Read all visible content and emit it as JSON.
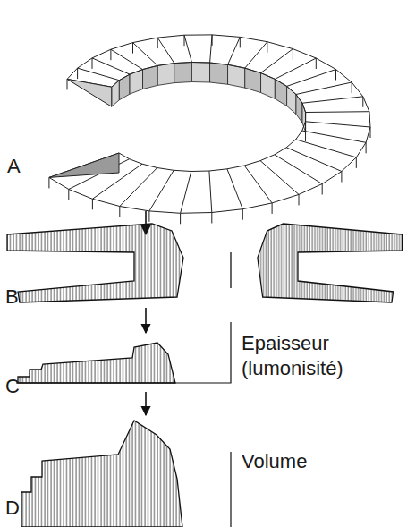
{
  "diagram": {
    "labels": [
      "A",
      "B",
      "C",
      "D",
      "Epaisseur (lumonisité)",
      "Volume"
    ]
  }
}
